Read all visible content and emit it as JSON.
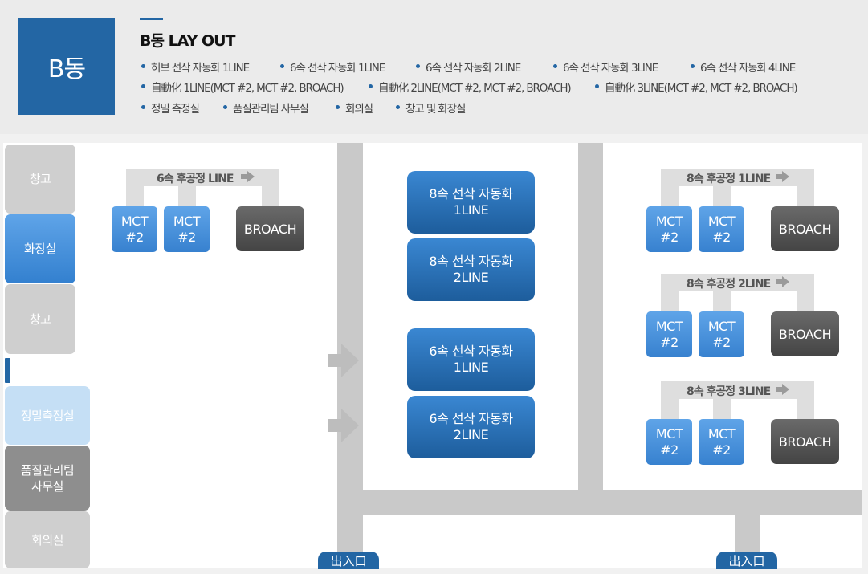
{
  "header": {
    "building_badge": "B동",
    "title": "B동 LAY OUT",
    "legend": [
      [
        "허브 선삭 자동화 1LINE",
        "6속 선삭 자동화 1LINE",
        "6속 선삭 자동화 2LINE",
        "6속 선삭 자동화 3LINE",
        "6속 선삭 자동화 4LINE"
      ],
      [
        "自動化 1LINE(MCT #2, MCT #2, BROACH)",
        "自動化 2LINE(MCT #2, MCT #2, BROACH)",
        "自動化 3LINE(MCT #2, MCT #2, BROACH)"
      ],
      [
        "정밀 측정실",
        "품질관리팀 사무실",
        "회의실",
        "창고 및 화장실"
      ]
    ]
  },
  "left_rooms": {
    "warehouse_top": "창고",
    "restroom": "화장실",
    "warehouse_mid": "창고",
    "metrology_room": "정밀측정실",
    "qc_office_line1": "품질관리팀",
    "qc_office_line2": "사무실",
    "meeting_room": "회의실"
  },
  "left_line": {
    "label": "6속 후공정 LINE",
    "mct1": [
      "MCT",
      "#2"
    ],
    "mct2": [
      "MCT",
      "#2"
    ],
    "broach": "BROACH"
  },
  "center_lines": [
    [
      "8속 선삭 자동화",
      "1LINE"
    ],
    [
      "8속 선삭 자동화",
      "2LINE"
    ],
    [
      "6속 선삭 자동화",
      "1LINE"
    ],
    [
      "6속 선삭 자동화",
      "2LINE"
    ]
  ],
  "right_lines": [
    {
      "label": "8속 후공정 1LINE",
      "mct1": [
        "MCT",
        "#2"
      ],
      "mct2": [
        "MCT",
        "#2"
      ],
      "broach": "BROACH"
    },
    {
      "label": "8속 후공정 2LINE",
      "mct1": [
        "MCT",
        "#2"
      ],
      "mct2": [
        "MCT",
        "#2"
      ],
      "broach": "BROACH"
    },
    {
      "label": "8속 후공정 3LINE",
      "mct1": [
        "MCT",
        "#2"
      ],
      "mct2": [
        "MCT",
        "#2"
      ],
      "broach": "BROACH"
    }
  ],
  "entrances": [
    "出入口",
    "出入口"
  ],
  "colors": {
    "brand_blue": "#2366a4",
    "mct_blue": "#3d89d6",
    "broach_grey": "#555555",
    "road_grey": "#c9c9c9"
  }
}
